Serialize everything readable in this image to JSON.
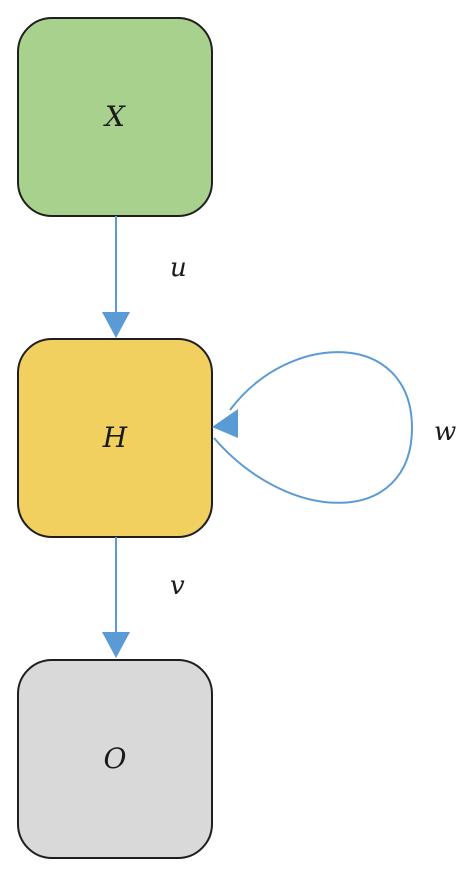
{
  "diagram": {
    "nodes": {
      "x": {
        "label": "X",
        "color": "#a9d18e"
      },
      "h": {
        "label": "H",
        "color": "#f2d060"
      },
      "o": {
        "label": "O",
        "color": "#d9d9d9"
      }
    },
    "edges": {
      "x_to_h": {
        "label": "u"
      },
      "h_self": {
        "label": "w"
      },
      "h_to_o": {
        "label": "v"
      }
    },
    "edge_color": "#5b9bd5",
    "border_color": "#1f1f1f"
  }
}
